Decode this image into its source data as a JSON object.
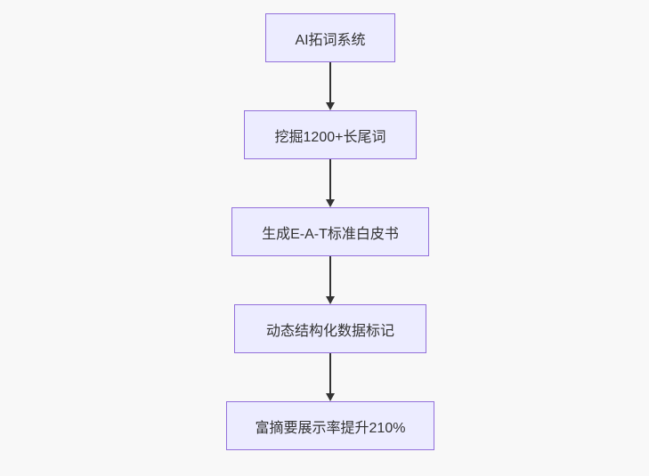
{
  "diagram": {
    "type": "flowchart",
    "direction": "top-down",
    "nodes": [
      {
        "label": "AI拓词系统"
      },
      {
        "label": "挖掘1200+长尾词"
      },
      {
        "label": "生成E-A-T标准白皮书"
      },
      {
        "label": "动态结构化数据标记"
      },
      {
        "label": "富摘要展示率提升210%"
      }
    ],
    "edges": [
      {
        "from_index": 0,
        "to_index": 1
      },
      {
        "from_index": 1,
        "to_index": 2
      },
      {
        "from_index": 2,
        "to_index": 3
      },
      {
        "from_index": 3,
        "to_index": 4
      }
    ],
    "colors": {
      "background": "#f8f8f8",
      "node_fill": "#ECECFF",
      "node_border": "#9370DB",
      "arrow": "#333333",
      "text": "#333333"
    }
  }
}
